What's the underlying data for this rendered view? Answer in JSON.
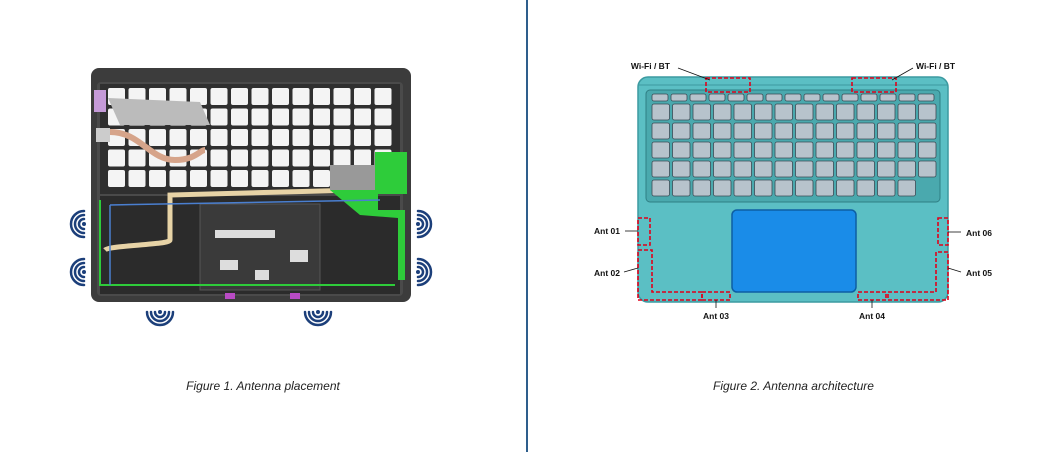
{
  "figure1": {
    "caption": "Figure 1. Antenna placement"
  },
  "figure2": {
    "caption": "Figure 2. Antenna architecture",
    "labels": {
      "wifi_bt_left": "Wi-Fi / BT",
      "wifi_bt_right": "Wi-Fi / BT",
      "ant01": "Ant 01",
      "ant02": "Ant 02",
      "ant03": "Ant 03",
      "ant04": "Ant 04",
      "ant05": "Ant 05",
      "ant06": "Ant 06"
    }
  },
  "colors": {
    "divider": "#2e5e8c",
    "chassis_teal": "#5bbfc4",
    "touchpad_blue": "#1a8ce8",
    "antenna_dash_red": "#e0001a",
    "signal_icon_blue": "#1c3f7a",
    "pcb_green": "#2ecc3a"
  }
}
